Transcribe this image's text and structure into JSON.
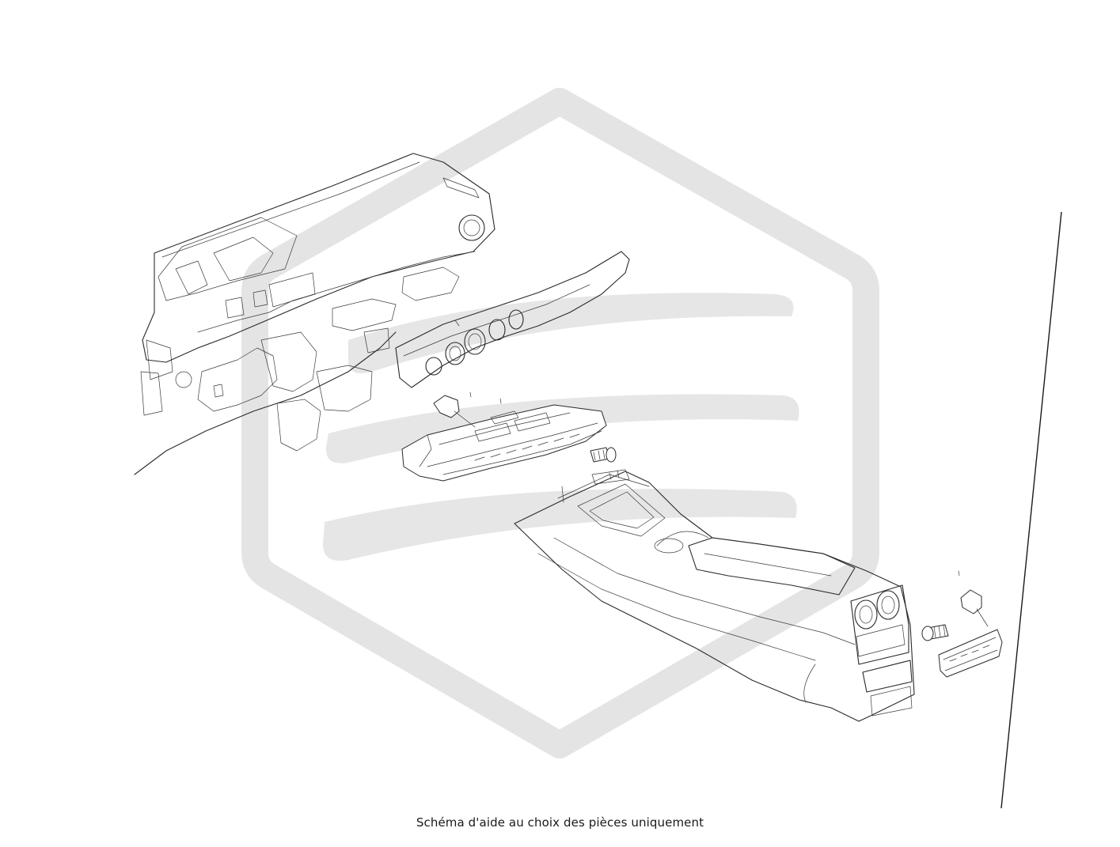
{
  "caption": "Schéma d'aide au choix des pièces uniquement",
  "colors": {
    "line": "#2a2a2a",
    "watermark": "#e4e4e4",
    "background": "#ffffff"
  },
  "watermark": {
    "shape": "hexagon-logo-with-three-stripes"
  },
  "parts": [
    "dashboard",
    "instrument-panel-trim",
    "climate-control-unit",
    "screw",
    "center-console",
    "rear-screw",
    "rear-climate-control-unit"
  ]
}
